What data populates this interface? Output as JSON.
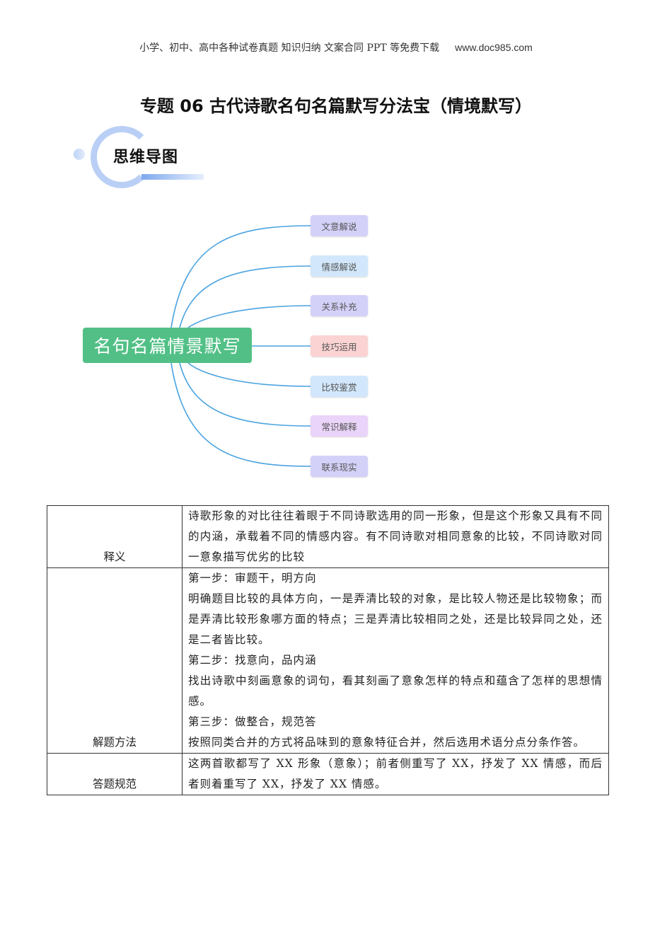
{
  "header": {
    "text": "小学、初中、高中各种试卷真题  知识归纳  文案合同  PPT 等免费下载",
    "url": "www.doc985.com"
  },
  "title": "专题 06  古代诗歌名句名篇默写分法宝（情境默写）",
  "section_title": "思维导图",
  "mindmap": {
    "center": "名句名篇情景默写",
    "branch_color": "#4aa3e0",
    "center_color": "#52c086",
    "nodes": [
      {
        "label": "文意解说",
        "color": "#d4d1f9"
      },
      {
        "label": "情感解说",
        "color": "#d2e7fb"
      },
      {
        "label": "关系补充",
        "color": "#d4d1f9"
      },
      {
        "label": "技巧运用",
        "color": "#fbd3d3"
      },
      {
        "label": "比较鉴赏",
        "color": "#d2e7fb"
      },
      {
        "label": "常识解释",
        "color": "#ead4f9"
      },
      {
        "label": "联系现实",
        "color": "#d4d1f9"
      }
    ]
  },
  "table": [
    {
      "label": "释义",
      "paras": [
        "诗歌形象的对比往往着眼于不同诗歌选用的同一形象，但是这个形象又具有不同的内涵，承载着不同的情感内容。有不同诗歌对相同意象的比较，不同诗歌对同一意象描写优劣的比较"
      ]
    },
    {
      "label": "解题方法",
      "paras": [
        "第一步：审题干，明方向",
        "明确题目比较的具体方向，一是弄清比较的对象，是比较人物还是比较物象；而是弄清比较形象哪方面的特点；三是弄清比较相同之处，还是比较异同之处，还是二者皆比较。",
        "第二步：找意向，品内涵",
        "找出诗歌中刻画意象的词句，看其刻画了意象怎样的特点和蕴含了怎样的思想情感。",
        "第三步：做整合，规范答",
        "按照同类合并的方式将品味到的意象特征合并，然后选用术语分点分条作答。"
      ]
    },
    {
      "label": "答题规范",
      "paras": [
        "这两首歌都写了 XX 形象（意象）；前者侧重写了 XX，抒发了 XX 情感，而后者则着重写了 XX，抒发了 XX 情感。"
      ]
    }
  ]
}
